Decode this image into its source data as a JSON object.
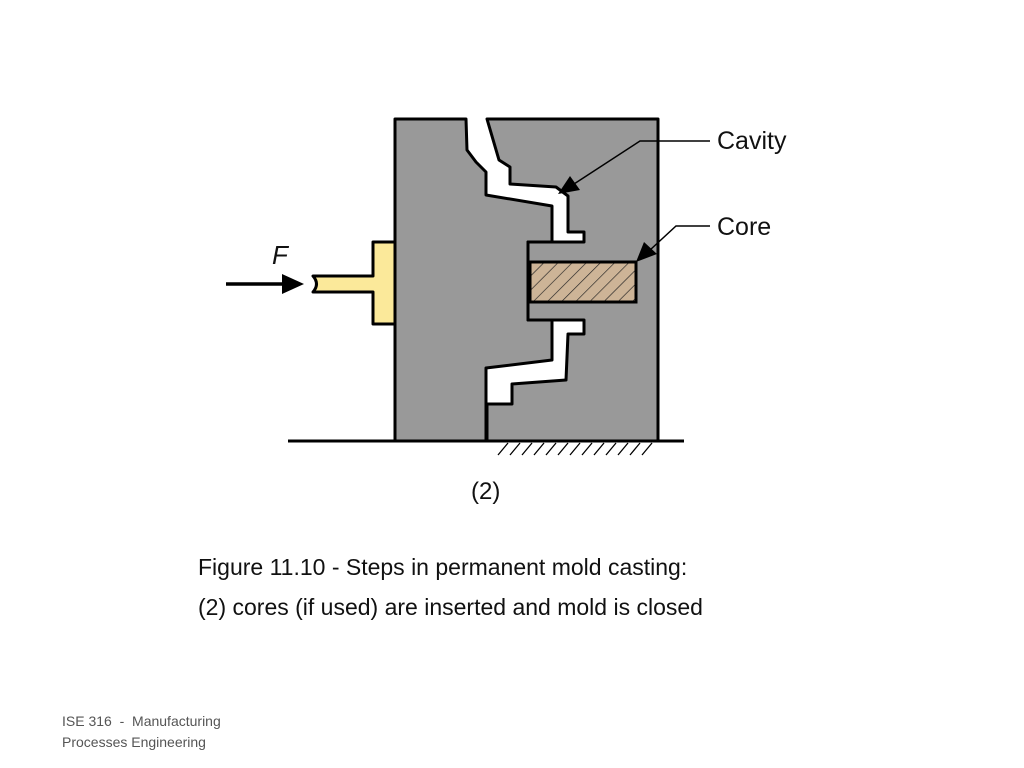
{
  "diagram": {
    "labels": {
      "cavity": "Cavity",
      "core": "Core",
      "force": "F",
      "step": "(2)"
    },
    "colors": {
      "mold": "#999999",
      "piston": "#fbe99a",
      "core_fill": "#cdb497",
      "outline": "#000000"
    }
  },
  "caption": {
    "line1": "Figure 11.10 - Steps in permanent mold casting:",
    "line2": "(2) cores (if used) are inserted and mold is closed"
  },
  "footer": {
    "line1": "ISE 316  -  Manufacturing",
    "line2": "Processes Engineering"
  }
}
